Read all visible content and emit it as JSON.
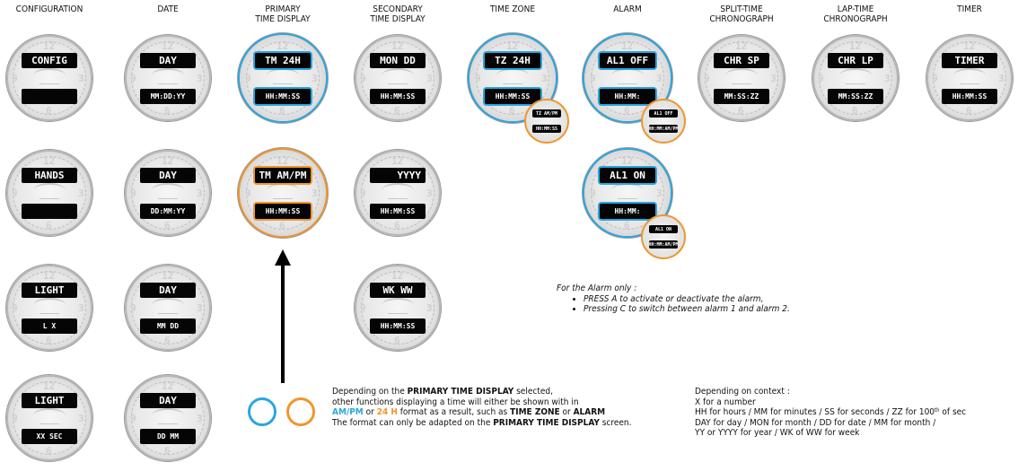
{
  "headers": [
    {
      "key": "configuration",
      "lines": [
        "CONFIGURATION"
      ]
    },
    {
      "key": "date",
      "lines": [
        "DATE"
      ]
    },
    {
      "key": "primary",
      "lines": [
        "PRIMARY",
        "TIME DISPLAY"
      ]
    },
    {
      "key": "secondary",
      "lines": [
        "SECONDARY",
        "TIME DISPLAY"
      ]
    },
    {
      "key": "timezone",
      "lines": [
        "TIME ZONE"
      ]
    },
    {
      "key": "alarm",
      "lines": [
        "ALARM"
      ]
    },
    {
      "key": "split",
      "lines": [
        "SPLIT-TIME",
        "CHRONOGRAPH"
      ]
    },
    {
      "key": "lap",
      "lines": [
        "LAP-TIME",
        "CHRONOGRAPH"
      ]
    },
    {
      "key": "timer",
      "lines": [
        "TIMER"
      ]
    }
  ],
  "dial_numerals": [
    "12",
    "3",
    "6",
    "9"
  ],
  "watches": [
    {
      "id": "config-1",
      "top": "CONFIG",
      "bottom": ""
    },
    {
      "id": "config-2",
      "top": "HANDS",
      "bottom": ""
    },
    {
      "id": "config-3",
      "top": "LIGHT",
      "bottom": "L X"
    },
    {
      "id": "config-4",
      "top": "LIGHT",
      "bottom": "XX SEC"
    },
    {
      "id": "date-1",
      "top": "DAY",
      "bottom": "MM:DD:YY"
    },
    {
      "id": "date-2",
      "top": "DAY",
      "bottom": "DD:MM:YY"
    },
    {
      "id": "date-3",
      "top": "DAY",
      "bottom": "MM DD"
    },
    {
      "id": "date-4",
      "top": "DAY",
      "bottom": "DD MM"
    },
    {
      "id": "primary-24h",
      "top": "TM 24H",
      "bottom": "HH:MM:SS",
      "ring": "blue"
    },
    {
      "id": "primary-ampm",
      "top": "TM AM/PM",
      "bottom": "HH:MM:SS",
      "ring": "orange"
    },
    {
      "id": "secondary-1",
      "top": "MON DD",
      "bottom": "HH:MM:SS"
    },
    {
      "id": "secondary-2",
      "top": "YYYY",
      "bottom": "HH:MM:SS",
      "align": "right"
    },
    {
      "id": "secondary-3",
      "top": "WK WW",
      "bottom": "HH:MM:SS"
    },
    {
      "id": "timezone-1",
      "top": "TZ 24H",
      "bottom": "HH:MM:SS",
      "ring": "blue"
    },
    {
      "id": "alarm-1",
      "top": "AL1 OFF",
      "bottom": "HH:MM:",
      "ring": "blue"
    },
    {
      "id": "alarm-2",
      "top": "AL1 ON",
      "bottom": "HH:MM:",
      "ring": "blue"
    },
    {
      "id": "split-1",
      "top": "CHR SP",
      "bottom": "MM:SS:ZZ"
    },
    {
      "id": "lap-1",
      "top": "CHR LP",
      "bottom": "MM:SS:ZZ"
    },
    {
      "id": "timer-1",
      "top": "TIMER",
      "bottom": "HH:MM:SS"
    }
  ],
  "mini_watches": [
    {
      "id": "timezone-ampm",
      "top": "TZ AM/PM",
      "bottom": "HH:MM:SS"
    },
    {
      "id": "alarm-off-ampm",
      "top": "AL1 OFF",
      "bottom": "HH:MM:AM/PM"
    },
    {
      "id": "alarm-on-ampm",
      "top": "AL1 ON",
      "bottom": "HH:MM:AM/PM"
    }
  ],
  "alarm_note": {
    "title": "For the Alarm only :",
    "items": [
      "PRESS A to activate or deactivate the alarm,",
      "Pressing C to switch between alarm 1 and alarm 2."
    ]
  },
  "format_note": {
    "l1_pre": "Depending on the ",
    "l1_bold": "PRIMARY TIME DISPLAY",
    "l1_post": " selected,",
    "l2": "other functions displaying a time will either be shown with in",
    "l3_ampm": "AM/PM",
    "l3_or": " or ",
    "l3_24h": "24 H",
    "l3_mid": " format as a result, such as ",
    "l3_tz": "TIME ZONE",
    "l3_or2": " or ",
    "l3_alarm": "ALARM",
    "l4_pre": "The format can only be adapted on the ",
    "l4_bold": "PRIMARY TIME DISPLAY",
    "l4_post": " screen."
  },
  "context_note": {
    "l1": "Depending on context :",
    "l2": "X for a number",
    "l3_pre": "HH for hours / MM for minutes / SS for seconds / ZZ for 100",
    "l3_sup": "th",
    "l3_post": " of sec",
    "l4": "DAY for day / MON for month / DD for date / MM for month /",
    "l5": "YY or YYYY for year / WK of WW for week"
  },
  "colors": {
    "ring_24h": "#2aa6e0",
    "ring_ampm": "#f0962c",
    "lcd": "#050505"
  }
}
